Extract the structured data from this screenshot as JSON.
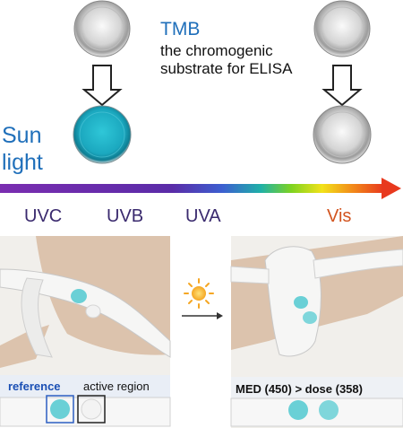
{
  "tmb": {
    "title": "TMB",
    "description": "the chromogenic substrate for ELISA"
  },
  "sun_label": "Sun light",
  "spectrum": {
    "uvc": "UVC",
    "uvb": "UVB",
    "uva": "UVA",
    "vis": "Vis"
  },
  "left_panel": {
    "reference_caption": "reference",
    "active_caption": "active region"
  },
  "right_panel": {
    "comparison_caption": "MED (450) > dose (358)"
  },
  "colors": {
    "tmb_blue": "#2ab3c9",
    "title_blue": "#1f6fba",
    "vis_orange": "#d2541f",
    "skin": "#dcc3ad",
    "panel_bg": "#f1efeb"
  }
}
